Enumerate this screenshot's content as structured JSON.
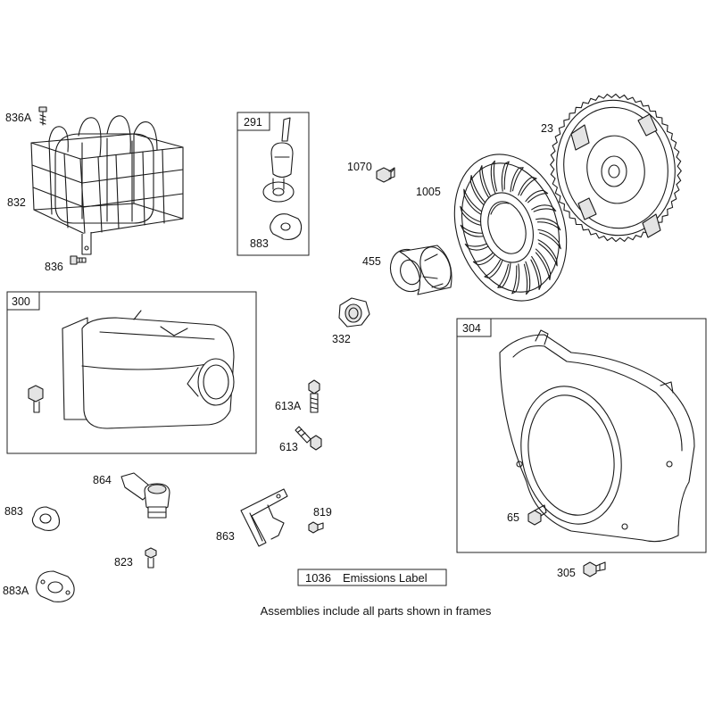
{
  "parts": {
    "p836A": "836A",
    "p832": "832",
    "p836": "836",
    "p291": "291",
    "p883_kit": "883",
    "p1070": "1070",
    "p1005": "1005",
    "p23": "23",
    "p455": "455",
    "p332": "332",
    "p300": "300",
    "p304": "304",
    "p613A": "613A",
    "p613": "613",
    "p864": "864",
    "p883": "883",
    "p823": "823",
    "p883A": "883A",
    "p863": "863",
    "p819": "819",
    "p65": "65",
    "p305": "305"
  },
  "emissions_label": {
    "number": "1036",
    "text": "Emissions Label"
  },
  "footer_note": "Assemblies include all parts shown in frames"
}
